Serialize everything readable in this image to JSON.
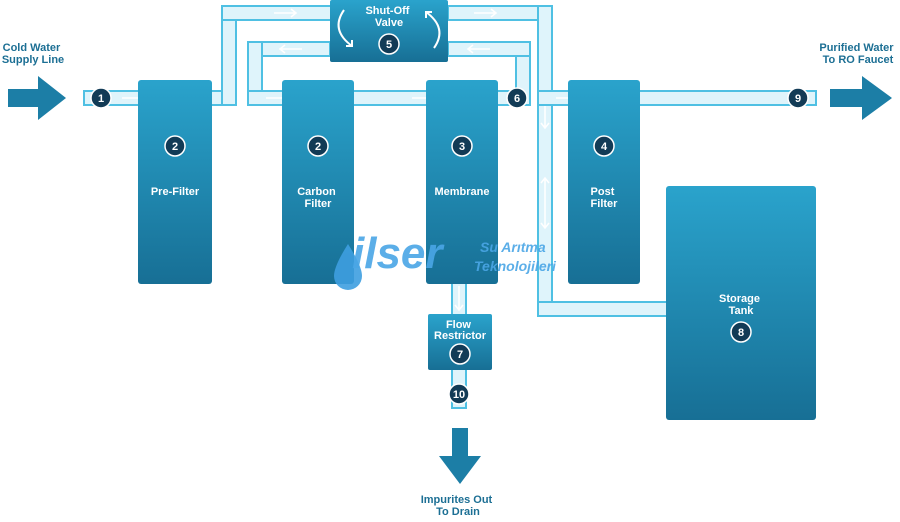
{
  "labels": {
    "input": [
      "Cold Water",
      "Supply Line"
    ],
    "output": [
      "Purified Water",
      "To RO Faucet"
    ],
    "drain": [
      "Impurites Out",
      "To Drain"
    ]
  },
  "components": {
    "prefilter": {
      "number": "2",
      "name": [
        "Pre-Filter"
      ]
    },
    "carbon": {
      "number": "2",
      "name": [
        "Carbon",
        "Filter"
      ]
    },
    "membrane": {
      "number": "3",
      "name": [
        "Membrane"
      ]
    },
    "postfilter": {
      "number": "4",
      "name": [
        "Post",
        "Filter"
      ]
    },
    "valve": {
      "number": "5",
      "name": [
        "Shut-Off",
        "Valve"
      ]
    },
    "tank": {
      "number": "8",
      "name": [
        "Storage",
        "Tank"
      ]
    },
    "restrictor": {
      "number": "7",
      "name": [
        "Flow",
        "Restrictor"
      ]
    }
  },
  "markers": {
    "inlet": "1",
    "junction": "6",
    "outlet": "9",
    "drain": "10"
  },
  "watermark": {
    "brand": "ilser",
    "tagline": [
      "Su Arıtma",
      "Teknolojileri"
    ]
  },
  "colors": {
    "box": "#1b7ea3",
    "box_light": "#2aa0c8",
    "pipe_fill": "#dff4fb",
    "pipe_edge": "#4fc0e3",
    "arrow": "#1c7ea6",
    "marker": "#123b56",
    "label_text": "#1c6f94"
  }
}
